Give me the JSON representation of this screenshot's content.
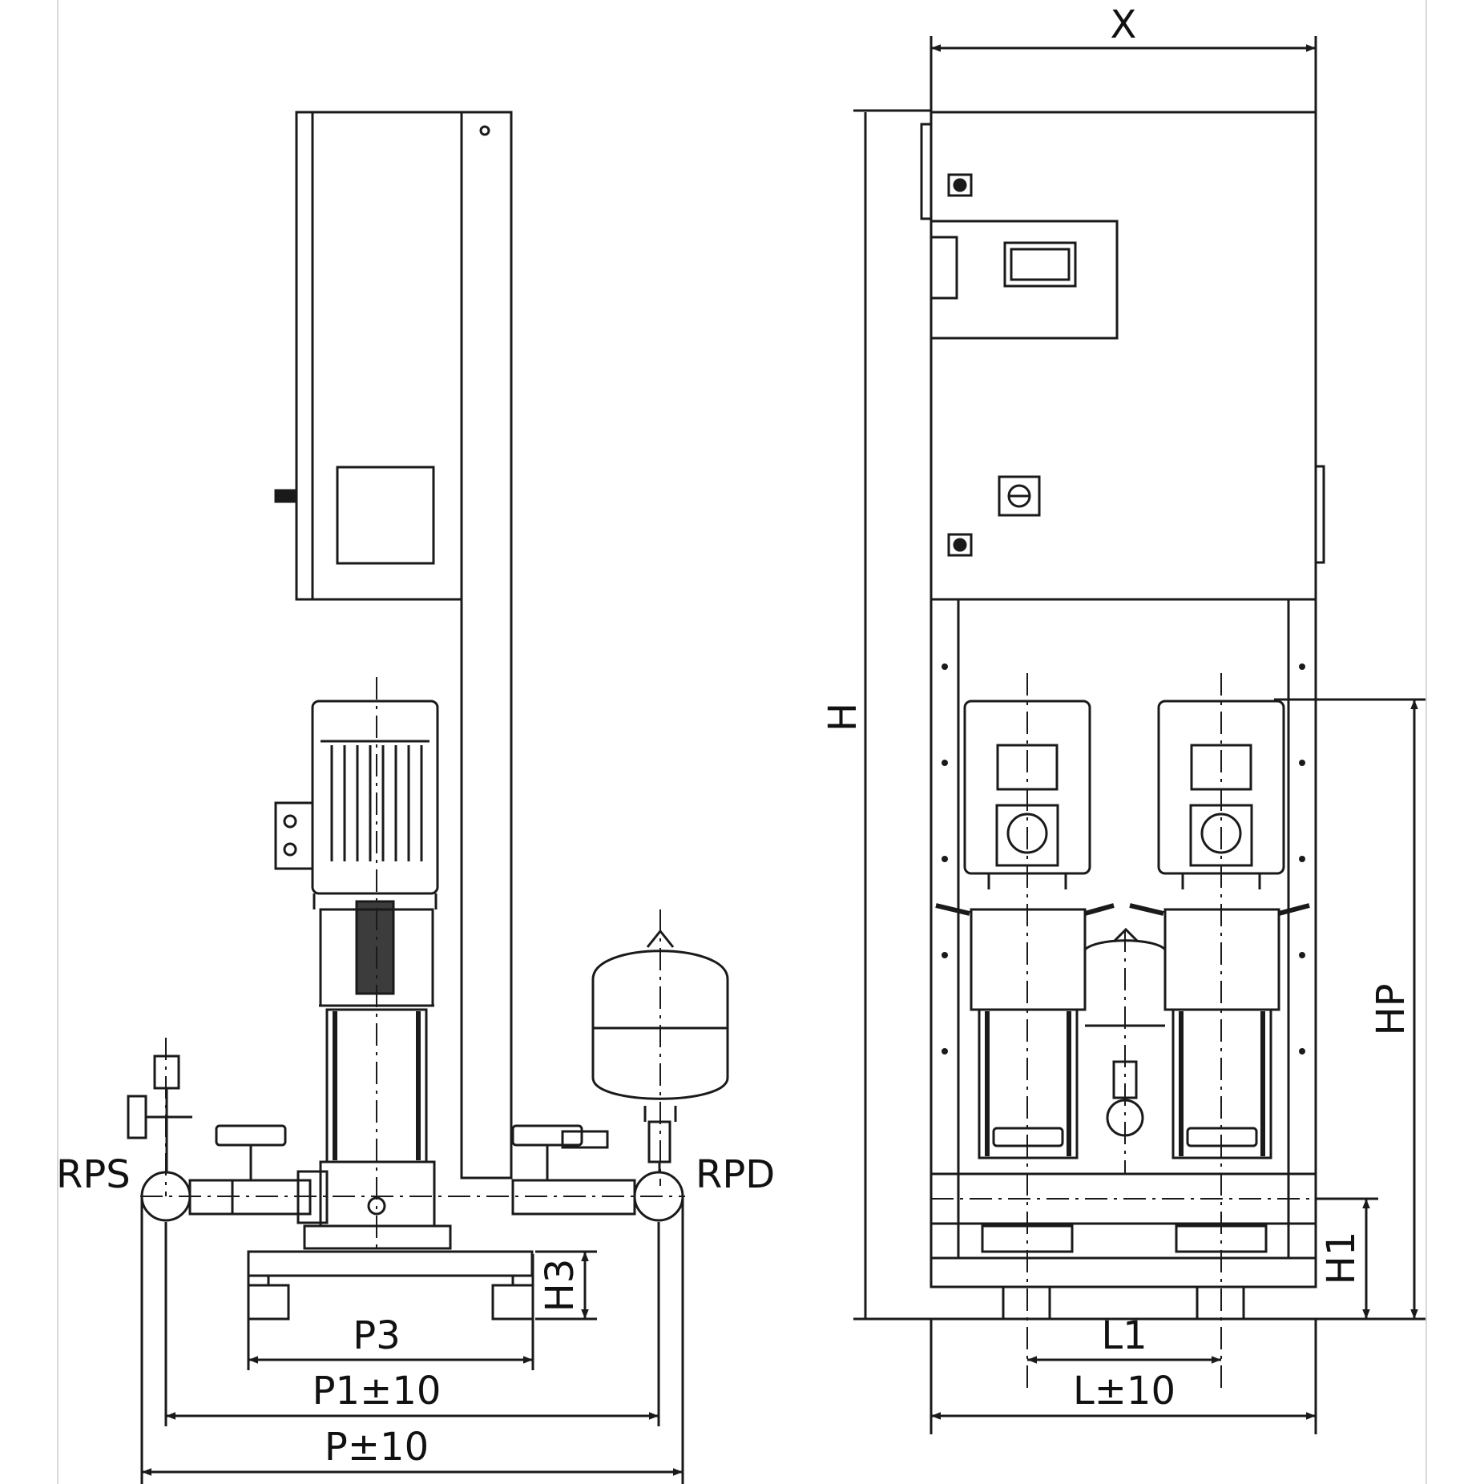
{
  "labels": {
    "rps": "RPS",
    "rpd": "RPD",
    "p3": "P3",
    "p1": "P1±10",
    "p": "P±10",
    "h3": "H3",
    "x": "X",
    "h": "H",
    "hp": "HP",
    "h1": "H1",
    "l1": "L1",
    "l": "L±10"
  },
  "colors": {
    "line": "#1a1a1a",
    "background": "#ffffff"
  }
}
